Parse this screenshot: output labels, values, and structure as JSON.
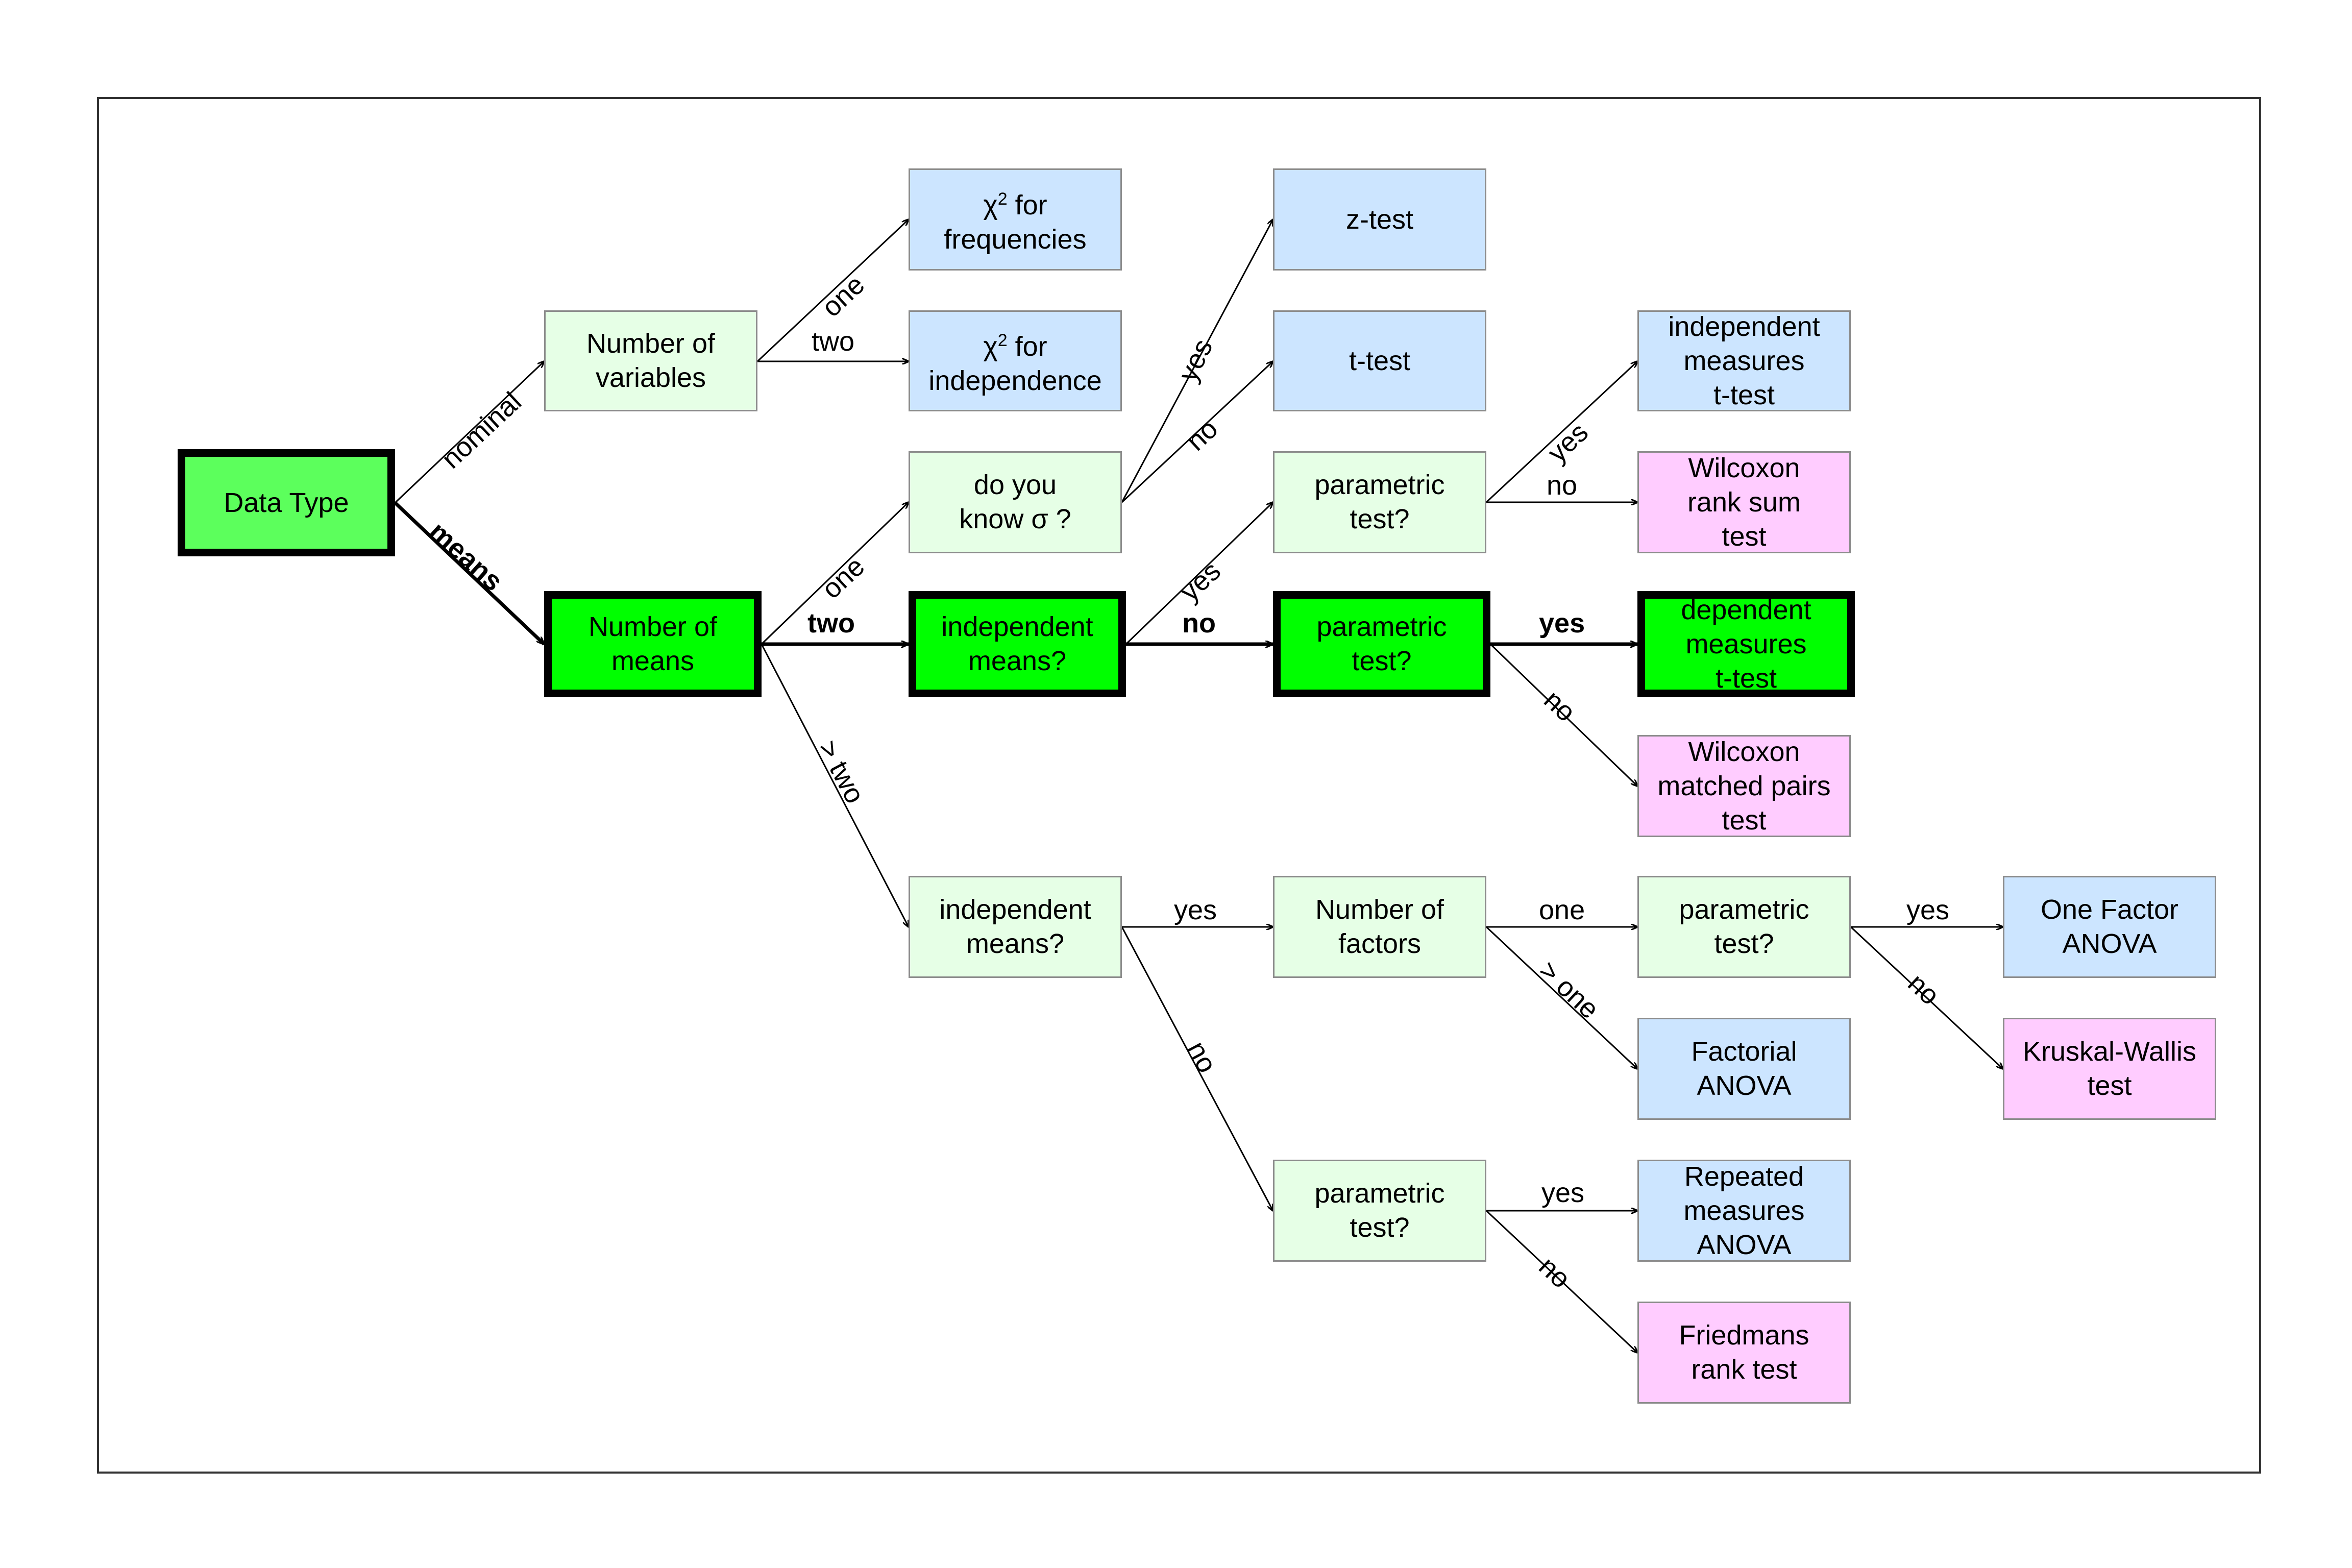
{
  "nodes": {
    "data_type": {
      "lines": [
        "Data Type"
      ]
    },
    "num_variables": {
      "lines": [
        "Number of",
        "variables"
      ]
    },
    "chi_freq": {
      "chi": "χ",
      "sup": "2",
      "for": " for",
      "line2": "frequencies"
    },
    "chi_indep": {
      "chi": "χ",
      "sup": "2",
      "for": " for",
      "line2": "independence"
    },
    "know_sigma": {
      "line1": "do you",
      "line2_pre": "know ",
      "sigma": "σ",
      "line2_post": " ?"
    },
    "z_test": {
      "lines": [
        "z-test"
      ]
    },
    "t_test": {
      "lines": [
        "t-test"
      ]
    },
    "num_means": {
      "lines": [
        "Number of",
        "means"
      ]
    },
    "indep_means_two": {
      "lines": [
        "independent",
        "means?"
      ]
    },
    "param_a": {
      "lines": [
        "parametric",
        "test?"
      ]
    },
    "param_b": {
      "lines": [
        "parametric",
        "test?"
      ]
    },
    "indep_t": {
      "lines": [
        "independent",
        "measures",
        "t-test"
      ]
    },
    "wilcoxon_rank": {
      "lines": [
        "Wilcoxon",
        "rank sum",
        "test"
      ]
    },
    "dep_t": {
      "lines": [
        "dependent",
        "measures",
        "t-test"
      ]
    },
    "wilcoxon_matched": {
      "lines": [
        "Wilcoxon",
        "matched pairs",
        "test"
      ]
    },
    "indep_means_more": {
      "lines": [
        "independent",
        "means?"
      ]
    },
    "num_factors": {
      "lines": [
        "Number of",
        "factors"
      ]
    },
    "param_c": {
      "lines": [
        "parametric",
        "test?"
      ]
    },
    "one_factor_anova": {
      "lines": [
        "One Factor",
        "ANOVA"
      ]
    },
    "kruskal": {
      "lines": [
        "Kruskal-Wallis",
        "test"
      ]
    },
    "factorial_anova": {
      "lines": [
        "Factorial",
        "ANOVA"
      ]
    },
    "param_d": {
      "lines": [
        "parametric",
        "test?"
      ]
    },
    "repeated_anova": {
      "lines": [
        "Repeated",
        "measures",
        "ANOVA"
      ]
    },
    "friedman": {
      "lines": [
        "Friedmans",
        "rank test"
      ]
    }
  },
  "edge_labels": {
    "nominal": "nominal",
    "means": "means",
    "one_var": "one",
    "two_var": "two",
    "one_mean": "one",
    "two_means": "two",
    "more_than_two": "> two",
    "yes_sigma": "yes",
    "no_sigma": "no",
    "yes_param_a": "yes",
    "no_param_a": "no",
    "no_indep": "no",
    "yes_indep": "yes",
    "yes_param_b": "yes",
    "no_param_b": "no",
    "yes_more": "yes",
    "no_more": "no",
    "one_factor": "one",
    "more_factor": "> one",
    "yes_param_c": "yes",
    "no_param_c": "no",
    "yes_param_d": "yes",
    "no_param_d": "no"
  },
  "colors": {
    "question": "#e6ffe6",
    "parametric_result": "#cce5ff",
    "nonparametric_result": "#ffccff",
    "highlight_path": "#00ff00",
    "root": "#5cff5c"
  }
}
